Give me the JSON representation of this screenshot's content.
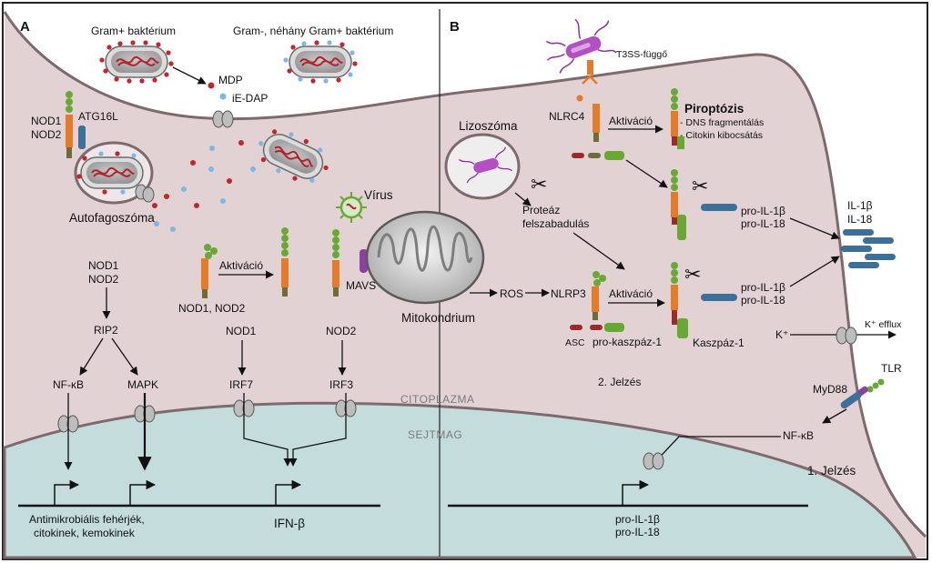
{
  "panels": {
    "a": "A",
    "b": "B"
  },
  "compartments": {
    "cytoplasm": "CITOPLAZMA",
    "nucleus": "SEJTMAG"
  },
  "panel_a": {
    "gram_pos": "Gram+ baktérium",
    "gram_neg": "Gram-, néhány Gram+ baktérium",
    "mdp": "MDP",
    "iedap": "iE-DAP",
    "nod1": "NOD1",
    "nod2": "NOD2",
    "atg16l": "ATG16L",
    "autophagosome": "Autofagoszóma",
    "virus": "Vírus",
    "nod_list_1": "NOD1",
    "nod_list_2": "NOD2",
    "rip2": "RIP2",
    "nfkb": "NF-κB",
    "mapk": "MAPK",
    "activation": "Aktiváció",
    "nod1_nod2": "NOD1, NOD2",
    "mavs": "MAVS",
    "mito": "Mitokondrium",
    "nod1_b": "NOD1",
    "nod2_b": "NOD2",
    "irf7": "IRF7",
    "irf3": "IRF3",
    "out_line1": "Antimikrobiális fehérjék,",
    "out_line2": "citokinek, kemokinek",
    "ifnb": "IFN-β"
  },
  "panel_b": {
    "t3ss": "T3SS-függő",
    "lysosome": "Lizoszóma",
    "nlrc4": "NLRC4",
    "activation1": "Aktiváció",
    "pyroptosis": "Piroptózis",
    "dna_frag": "- DNS fragmentálás",
    "cytokine_rel": "- Citokin kibocsátás",
    "protease1": "Proteáz",
    "protease2": "felszabadulás",
    "pro_il1b_1": "pro-IL-1β",
    "pro_il18_1": "pro-IL-18",
    "il1b": "IL-1β",
    "il18": "IL-18",
    "ros": "ROS",
    "nlrp3": "NLRP3",
    "activation2": "Aktiváció",
    "pro_il1b_2": "pro-IL-1β",
    "pro_il18_2": "pro-IL-18",
    "asc": "ASC",
    "procasp": "pro-kaszpáz-1",
    "casp": "Kaszpáz-1",
    "kplus": "K⁺",
    "kefflux": "K⁺ efflux",
    "signal2": "2. Jelzés",
    "tlr": "TLR",
    "myd88": "MyD88",
    "nfkb": "NF-κB",
    "signal1": "1. Jelzés",
    "gene1": "pro-IL-1β",
    "gene2": "pro-IL-18"
  },
  "colors": {
    "cytoplasm": "#e3d2d4",
    "nucleus": "#c5dcdc",
    "membrane": "#7e6a6c",
    "nucleotide_bead": "#6aa836",
    "nlr_body": "#e57a27",
    "nlr_stem": "#6f6b3a",
    "adaptor_blue": "#3e6f98",
    "mdp_dot": "#c0272d",
    "iedap_dot": "#7fb6e4",
    "bacterium_flagella": "#8e2f9e"
  }
}
